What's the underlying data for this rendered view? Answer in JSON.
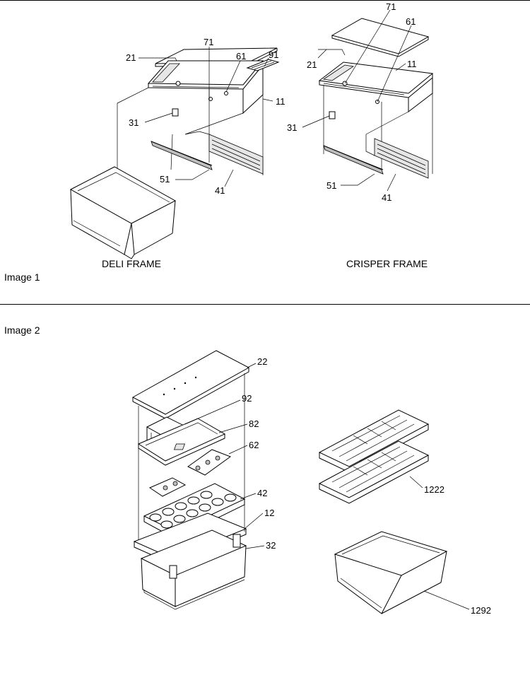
{
  "sections": [
    {
      "label": "Image 1",
      "diagrams": [
        {
          "caption": "DELI FRAME",
          "callouts": [
            "21",
            "71",
            "61",
            "91",
            "11",
            "31",
            "51",
            "41"
          ]
        },
        {
          "caption": "CRISPER FRAME",
          "callouts": [
            "71",
            "61",
            "21",
            "11",
            "31",
            "51",
            "41"
          ]
        }
      ]
    },
    {
      "label": "Image 2",
      "diagrams": [
        {
          "caption": "",
          "callouts": [
            "22",
            "92",
            "82",
            "62",
            "42",
            "12",
            "32"
          ]
        },
        {
          "caption": "",
          "callouts": [
            "1222",
            "1292"
          ]
        }
      ]
    }
  ]
}
